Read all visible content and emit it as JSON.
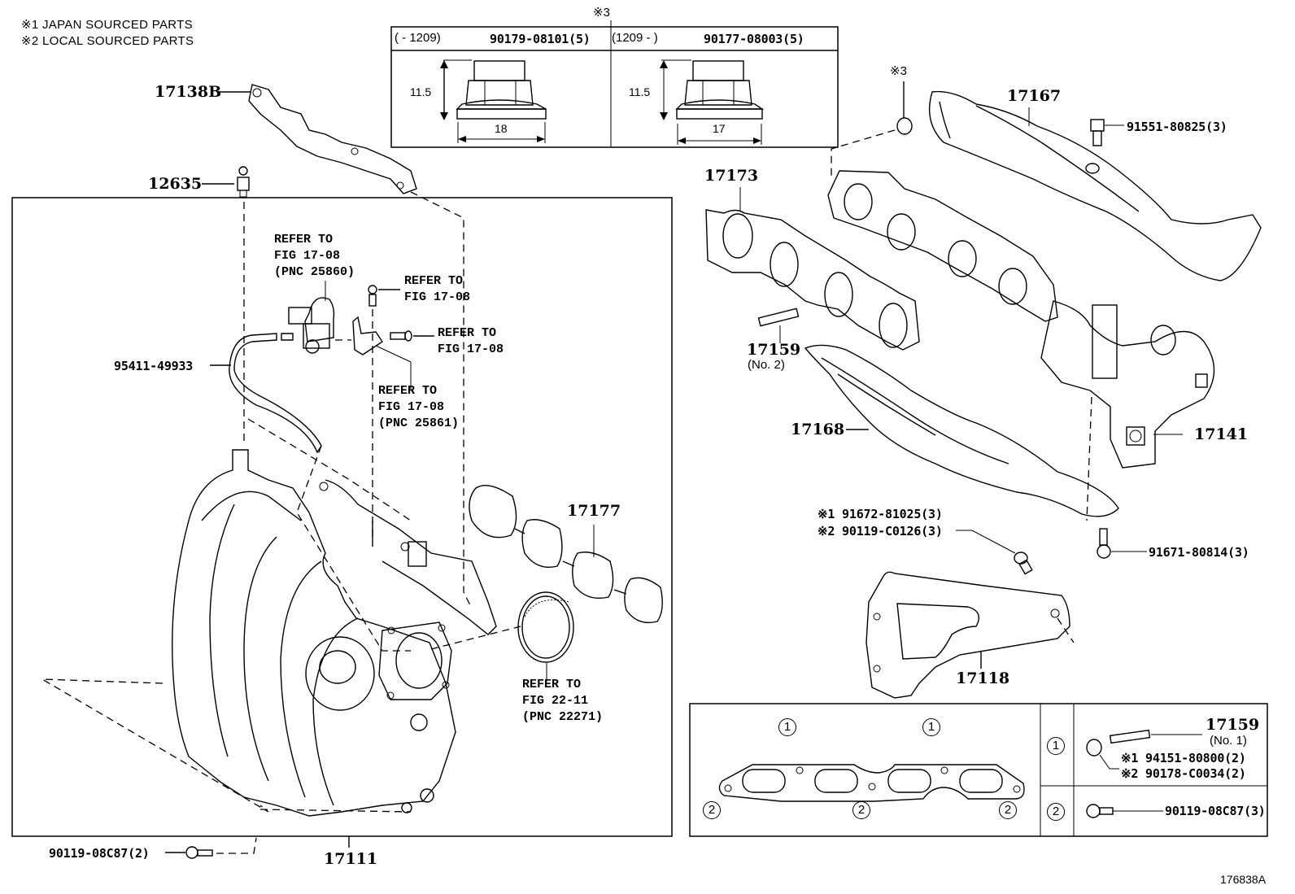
{
  "legend": {
    "note1": "※1 JAPAN SOURCED PARTS",
    "note2": "※2 LOCAL SOURCED PARTS"
  },
  "nut_table": {
    "marker": "※3",
    "left": {
      "range": "(      - 1209)",
      "part": "90179-08101(5)",
      "height": "11.5",
      "width": "18"
    },
    "right": {
      "range": "(1209 -      )",
      "part": "90177-08003(5)",
      "height": "11.5",
      "width": "17"
    }
  },
  "intake": {
    "p17138B": "17138B",
    "p12635": "12635",
    "hose": "95411-49933",
    "ref1": {
      "l1": "REFER TO",
      "l2": "FIG 17-08",
      "l3": "(PNC 25860)"
    },
    "ref2": {
      "l1": "REFER TO",
      "l2": "FIG 17-08"
    },
    "ref3": {
      "l1": "REFER TO",
      "l2": "FIG 17-08"
    },
    "ref4": {
      "l1": "REFER TO",
      "l2": "FIG 17-08",
      "l3": "(PNC 25861)"
    },
    "ref5": {
      "l1": "REFER TO",
      "l2": "FIG 22-11",
      "l3": "(PNC 22271)"
    },
    "gasket": "17177",
    "manifold": "17111",
    "bolt": "90119-08C87(2)"
  },
  "exhaust": {
    "nut_marker": "※3",
    "insulator_upper": "17167",
    "bolt_upper": "91551-80825(3)",
    "gasket": "17173",
    "stud": "17159",
    "stud_sub": "(No. 2)",
    "insulator_lower": "17168",
    "manifold": "17141",
    "bolt_a1": "※1 91672-81025(3)",
    "bolt_a2": "※2 90119-C0126(3)",
    "bolt_b": "91671-80814(3)",
    "stay": "17118"
  },
  "gasket_table": {
    "pos1": "1",
    "pos2": "2",
    "row1": {
      "key": "1",
      "stud": "17159",
      "stud_sub": "(No. 1)",
      "nut1": "※1 94151-80800(2)",
      "nut2": "※2 90178-C0034(2)"
    },
    "row2": {
      "key": "2",
      "bolt": "90119-08C87(3)"
    }
  },
  "figure_id": "176838A"
}
